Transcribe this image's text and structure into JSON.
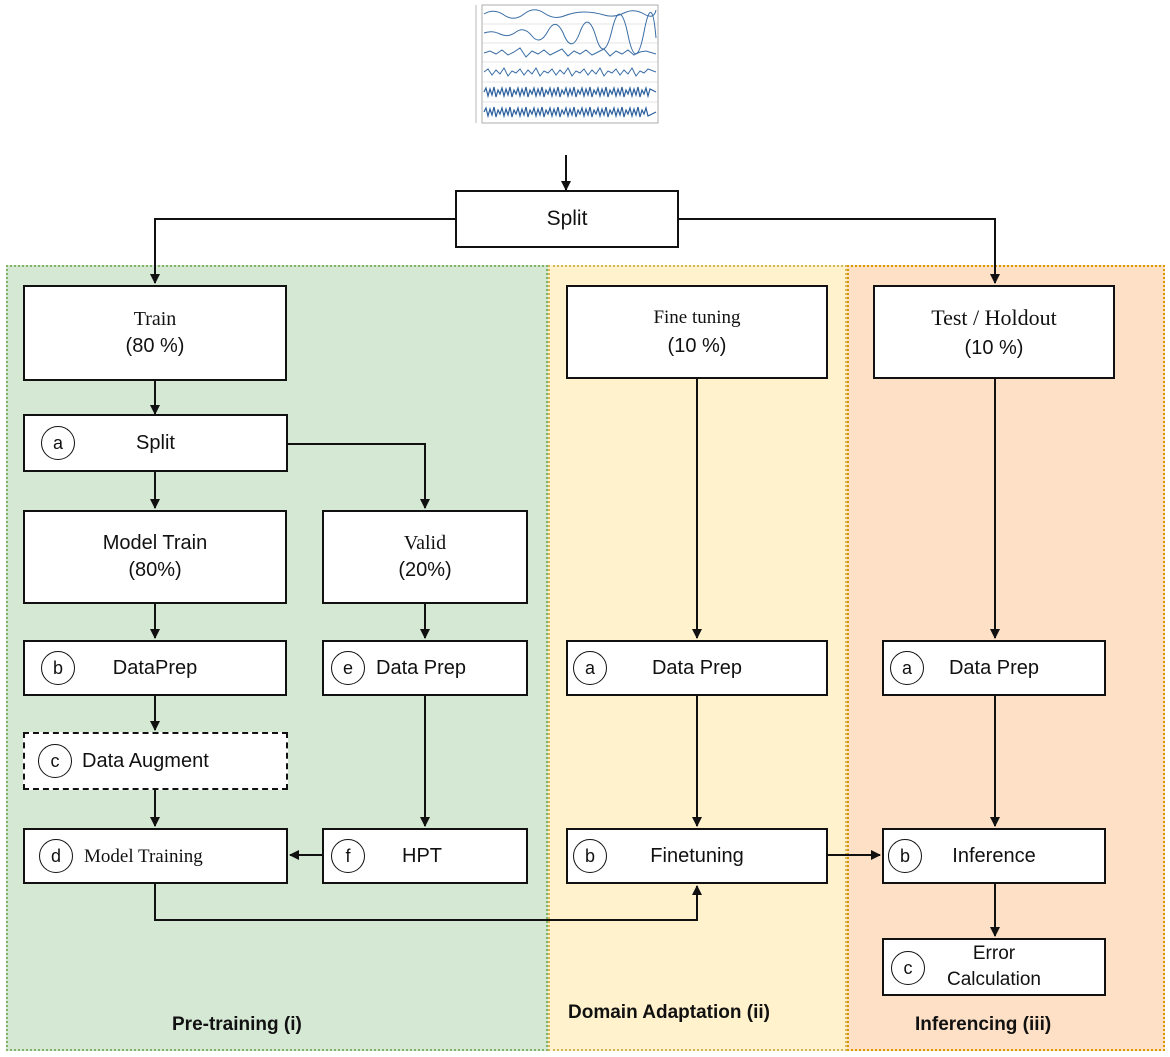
{
  "panels": {
    "pretraining": {
      "label": "Pre-training (i)",
      "color": "#d5e8d4"
    },
    "domain": {
      "label": "Domain Adaptation (ii)",
      "color": "#fff2cc"
    },
    "inferencing": {
      "label": "Inferencing (iii)",
      "color": "#fde0c5"
    }
  },
  "top_split": {
    "label": "Split"
  },
  "pretraining": {
    "train": {
      "title": "Train",
      "pct": "(80 %)"
    },
    "split": {
      "marker": "a",
      "label": "Split"
    },
    "model_train": {
      "title": "Model Train",
      "pct": "(80%)"
    },
    "valid": {
      "title": "Valid",
      "pct": "(20%)"
    },
    "dataprep": {
      "marker": "b",
      "label": "DataPrep"
    },
    "valid_dataprep": {
      "marker": "e",
      "label": "Data Prep"
    },
    "augment": {
      "marker": "c",
      "label": "Data Augment"
    },
    "model_training": {
      "marker": "d",
      "label": "Model Training"
    },
    "hpt": {
      "marker": "f",
      "label": "HPT"
    }
  },
  "domain": {
    "finetuning_split": {
      "title": "Fine tuning",
      "pct": "(10 %)"
    },
    "dataprep": {
      "marker": "a",
      "label": "Data Prep"
    },
    "finetune": {
      "marker": "b",
      "label": "Finetuning"
    }
  },
  "inferencing": {
    "test": {
      "title": "Test / Holdout",
      "pct": "(10 %)"
    },
    "dataprep": {
      "marker": "a",
      "label": "Data Prep"
    },
    "inference": {
      "marker": "b",
      "label": "Inference"
    },
    "error": {
      "marker": "c",
      "line1": "Error",
      "line2": "Calculation"
    }
  },
  "colors": {
    "line": "#111111",
    "signal": "#3a6ea5"
  }
}
